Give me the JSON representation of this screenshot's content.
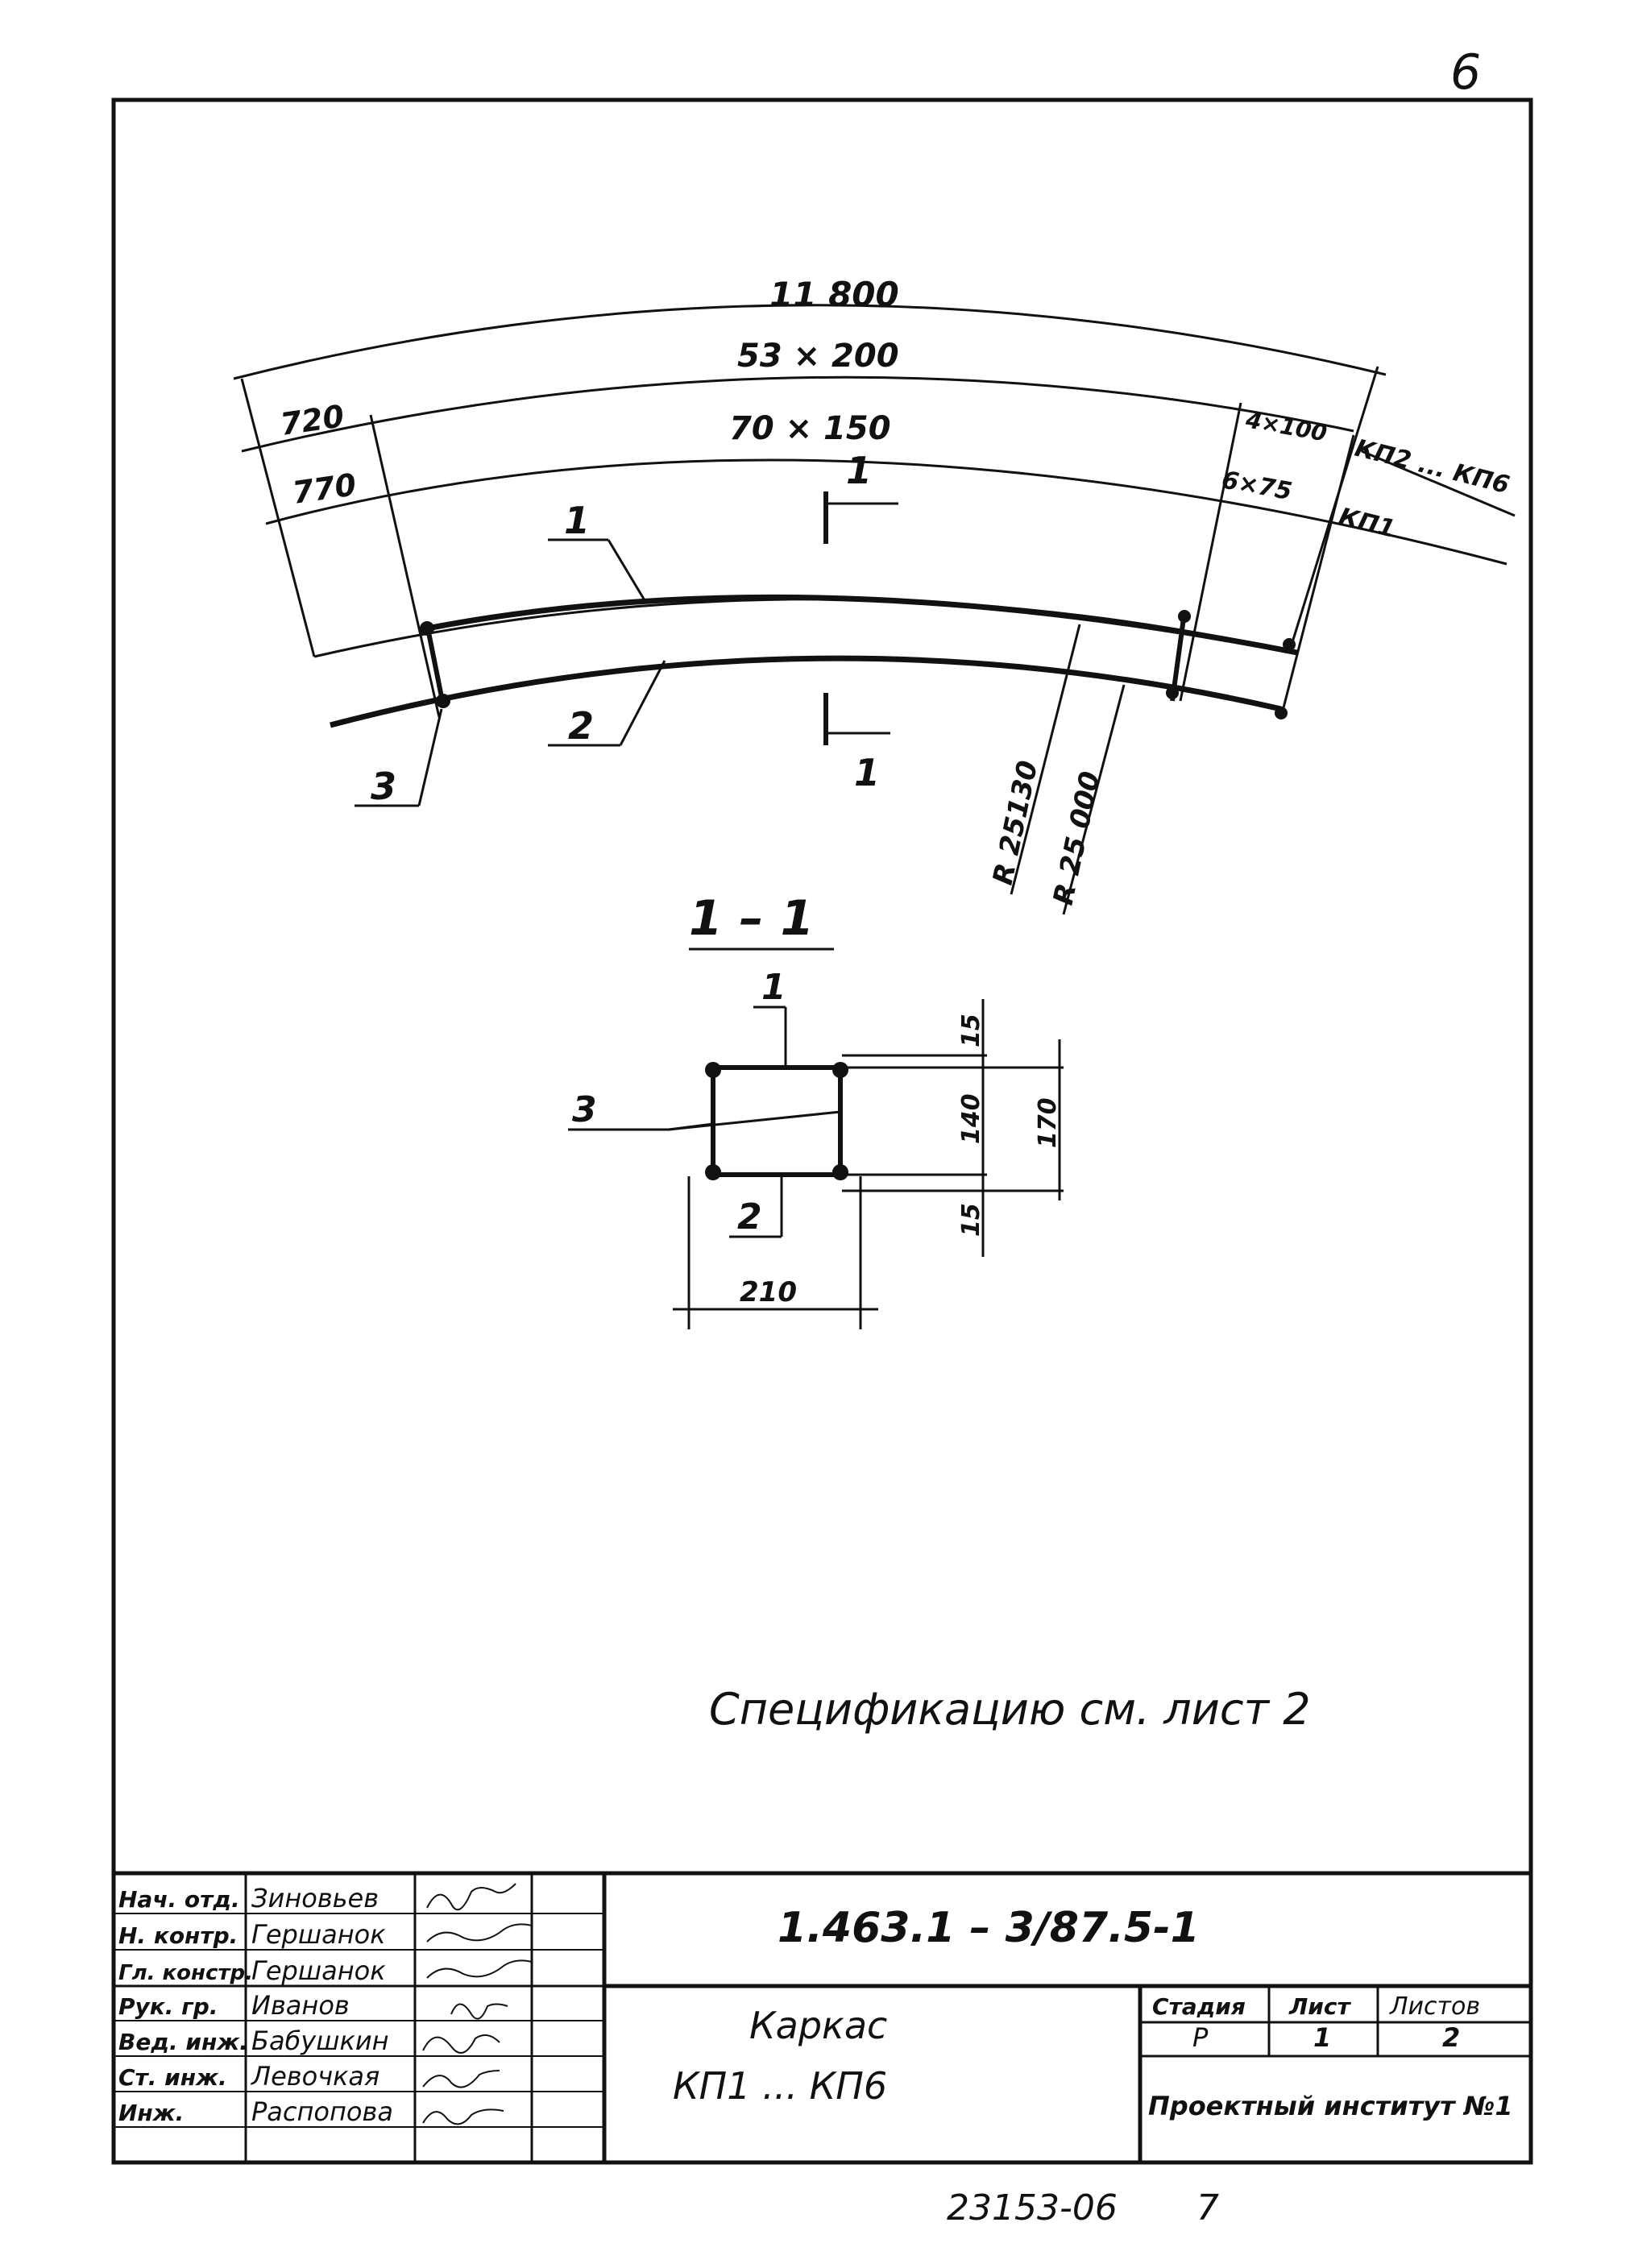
{
  "sheet_number": "6",
  "plan": {
    "dim_total": "11 800",
    "dim_outer_spacing": "53 × 200",
    "dim_inner_spacing": "70 × 150",
    "dim_left_outer": "720",
    "dim_left_inner": "770",
    "dim_right_outer": "4×100",
    "dim_right_inner": "6×75",
    "label_kp2_kp6": "КП2 ... КП6",
    "label_kp1": "КП1",
    "radius_inner": "R 25130",
    "radius_outer": "R 25 000",
    "section_mark": "1",
    "callout_1": "1",
    "callout_2": "2",
    "callout_3": "3"
  },
  "section": {
    "title": "1 – 1",
    "callout_1": "1",
    "callout_2": "2",
    "callout_3": "3",
    "dim_top": "15",
    "dim_mid": "140",
    "dim_bottom": "15",
    "dim_total": "170",
    "dim_width": "210"
  },
  "note": "Спецификацию см. лист 2",
  "title_block": {
    "designation": "1.463.1 – 3/87.5-1",
    "name_line1": "Каркас",
    "name_line2": "КП1 ... КП6",
    "stage_header": "Стадия",
    "sheet_header": "Лист",
    "sheets_header": "Листов",
    "stage": "Р",
    "sheet": "1",
    "sheets": "2",
    "organization": "Проектный институт №1",
    "staff": [
      {
        "role": "Нач. отд.",
        "name": "Зиновьев"
      },
      {
        "role": "Н. контр.",
        "name": "Гершанок"
      },
      {
        "role": "Гл. констр.",
        "name": "Гершанок"
      },
      {
        "role": "Рук. гр.",
        "name": "Иванов"
      },
      {
        "role": "Вед. инж.",
        "name": "Бабушкин"
      },
      {
        "role": "Ст. инж.",
        "name": "Левочкая"
      },
      {
        "role": "Инж.",
        "name": "Распопова"
      }
    ]
  },
  "archive_number": "23153-06",
  "archive_sheet": "7"
}
